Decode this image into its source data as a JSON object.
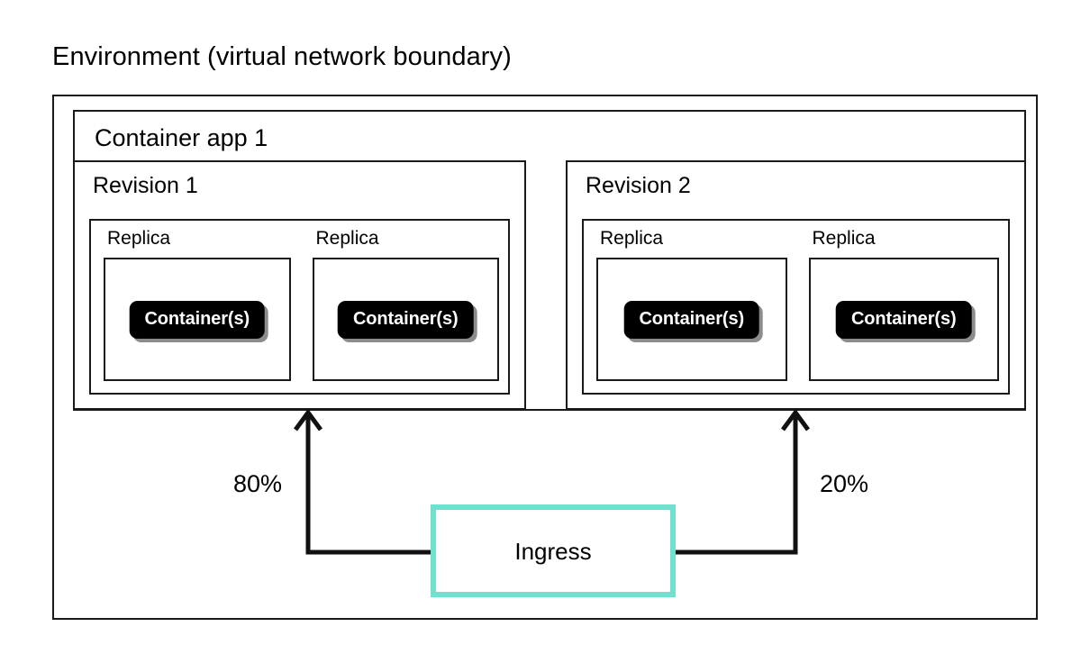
{
  "diagram": {
    "title": "Environment (virtual network boundary)",
    "type": "architecture-diagram"
  },
  "environment": {
    "label": "Environment (virtual network boundary)",
    "container_app": {
      "label": "Container app 1",
      "revisions": [
        {
          "label": "Revision 1",
          "traffic_percent": "80%",
          "replicas": [
            {
              "label": "Replica",
              "container": "Container(s)"
            },
            {
              "label": "Replica",
              "container": "Container(s)"
            }
          ]
        },
        {
          "label": "Revision 2",
          "traffic_percent": "20%",
          "replicas": [
            {
              "label": "Replica",
              "container": "Container(s)"
            },
            {
              "label": "Replica",
              "container": "Container(s)"
            }
          ]
        }
      ]
    },
    "ingress": {
      "label": "Ingress",
      "border_color": "#72E0CF",
      "splits": [
        {
          "target": "Revision 1",
          "percent": "80%"
        },
        {
          "target": "Revision 2",
          "percent": "20%"
        }
      ]
    }
  },
  "colors": {
    "stroke": "#1a1a1a",
    "ingress_accent": "#72E0CF",
    "container_fill": "#000000",
    "container_text": "#ffffff",
    "background": "#ffffff"
  }
}
